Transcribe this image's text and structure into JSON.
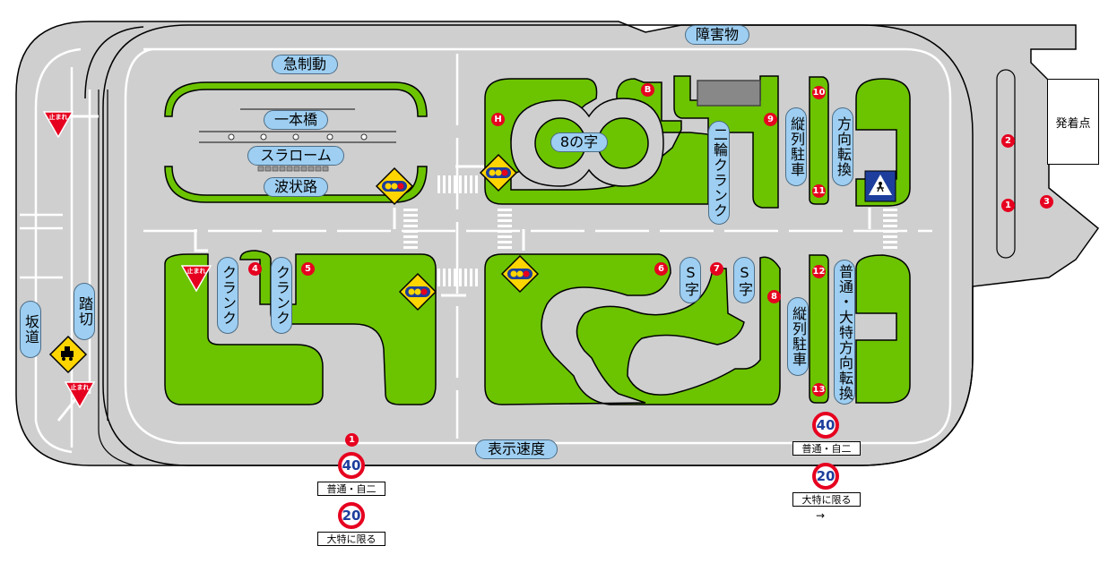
{
  "labels": {
    "shogaibutsu": "障害物",
    "kyuseido": "急制動",
    "ipponbashi": "一本橋",
    "slalom": "スラローム",
    "hajoro": "波状路",
    "hachinoji": "8の字",
    "nirin_crank": "二輪クランク",
    "juretsu_chusha_top": "縦列駐車",
    "hoko_tenkan_top": "方向転換",
    "crank_left": "クランク",
    "crank_right": "クランク",
    "s_ji_left": "S字",
    "s_ji_right": "S字",
    "juretsu_chusha_bottom": "縦列駐車",
    "futsu_daitoku_hoko_tenkan": "普通・大特方向転換",
    "hyoji_sokudo": "表示速度",
    "sakamichi": "坂道",
    "fumikiri": "踏切",
    "hacchakuten": "発着点"
  },
  "markers": {
    "m1_top": "1",
    "m2": "2",
    "m3": "3",
    "m4": "4",
    "m5": "5",
    "m6": "6",
    "m7": "7",
    "m8": "8",
    "m9": "9",
    "m10": "10",
    "m11": "11",
    "m12": "12",
    "m13": "13",
    "mH": "H",
    "mB": "B",
    "m1_bottom": "1"
  },
  "stop_sign_text": "止まれ",
  "speed_signs": {
    "left_40": "40",
    "left_plate_1": "普通・自二",
    "left_20": "20",
    "left_plate_2": "大特に限る",
    "right_40": "40",
    "right_plate_1": "普通・自二",
    "right_20": "20",
    "right_plate_2": "大特に限る",
    "right_arrow": "→"
  },
  "colors": {
    "road": "#cfcfcf",
    "island": "#6cc300",
    "label_bg": "#9ecff2",
    "marker_red": "#e6001f",
    "speed_blue": "#1d3e9c"
  },
  "icons": [
    "traffic-signal-icon",
    "crosswalk-icon",
    "railroad-crossing-icon",
    "stop-sign-icon"
  ]
}
